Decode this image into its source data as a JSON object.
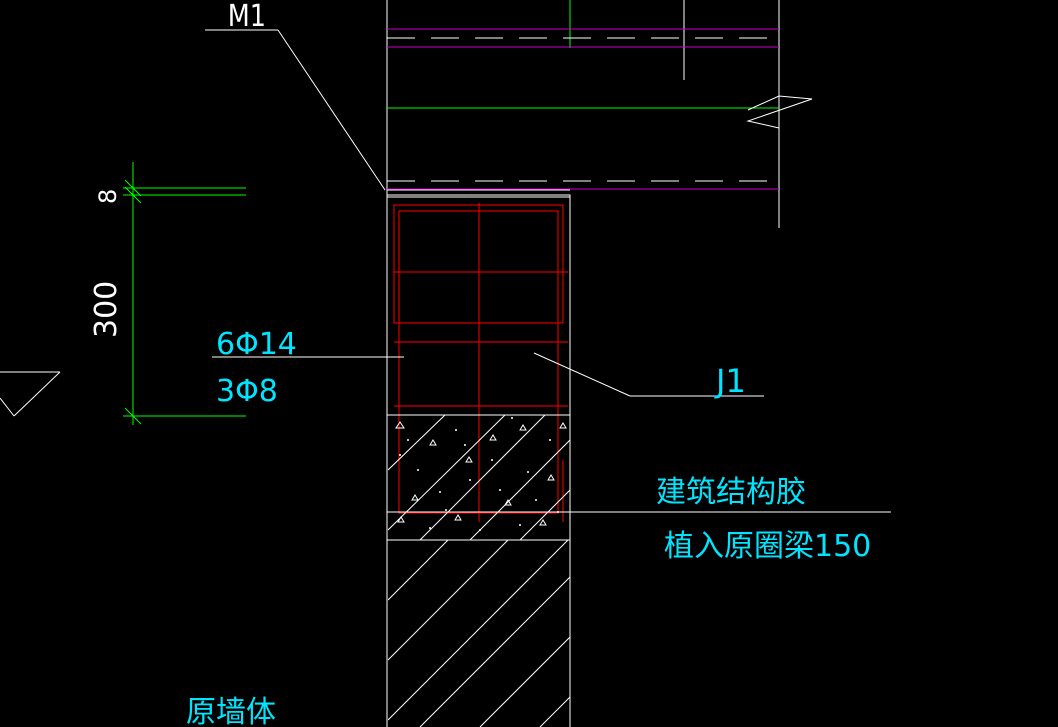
{
  "drawing": {
    "background": "#000000",
    "colors": {
      "white": "#FFFFFF",
      "cyan": "#00E5FF",
      "green": "#00FF00",
      "red": "#FF0000",
      "magenta": "#CC00CC"
    },
    "labels": {
      "m1": "M1",
      "dim_8": "8",
      "dim_300": "300",
      "rebar_main": "6Φ14",
      "rebar_stirrup": "3Φ8",
      "j1": "J1",
      "glue_line1": "建筑结构胶",
      "glue_line2": "植入原圈梁150",
      "original_wall": "原墙体"
    }
  }
}
